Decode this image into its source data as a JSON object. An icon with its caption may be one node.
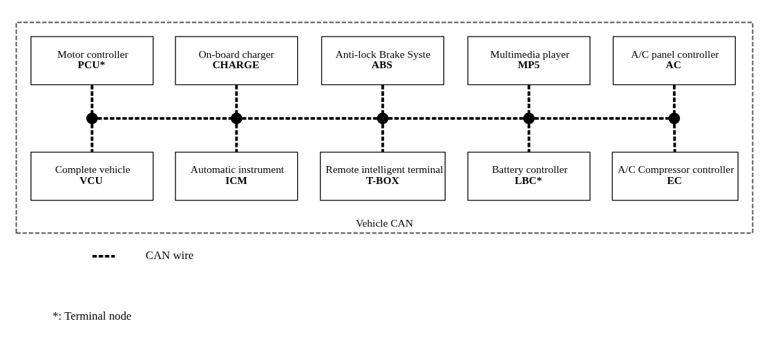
{
  "diagram": {
    "nodes": [
      {
        "text": [
          "Vehicle CAN"
        ]
      },
      {
        "text": [
          "Motor controller",
          "PCU*"
        ],
        "in": 0
      },
      {
        "text": [
          "On-board charger",
          "CHARGE"
        ],
        "in": 0
      },
      {
        "text": [
          "Anti-lock Brake Syste",
          "ABS"
        ],
        "in": 0
      },
      {
        "text": [
          "Multimedia player",
          "MP5"
        ],
        "in": 0
      },
      {
        "text": [
          "A/C panel controller",
          "AC"
        ],
        "in": 0
      },
      {
        "text": [],
        "shape": "circle",
        "in": 0
      },
      {
        "text": [],
        "shape": "circle",
        "in": 0
      },
      {
        "text": [],
        "shape": "circle",
        "in": 0
      },
      {
        "text": [],
        "shape": "circle",
        "in": 0
      },
      {
        "text": [],
        "shape": "circle",
        "in": 0
      },
      {
        "text": [
          "Complete vehicle",
          "VCU"
        ],
        "in": 0
      },
      {
        "text": [
          "Automatic instrument",
          "ICM"
        ],
        "in": 0
      },
      {
        "text": [
          "Remote intelligent terminal",
          "T-BOX"
        ],
        "in": 0
      },
      {
        "text": [
          "Battery controller",
          "LBC*"
        ],
        "in": 0
      },
      {
        "text": [
          "A/C Compressor controller",
          "EC"
        ],
        "in": 0
      }
    ],
    "edges": [
      {
        "from": 1,
        "to": 6,
        "arrow": "none",
        "style": "dashed"
      },
      {
        "from": 2,
        "to": 7,
        "arrow": "none",
        "style": "dashed"
      },
      {
        "from": 3,
        "to": 8,
        "arrow": "none",
        "style": "dashed"
      },
      {
        "from": 4,
        "to": 9,
        "arrow": "none",
        "style": "dashed"
      },
      {
        "from": 5,
        "to": 10,
        "arrow": "none",
        "style": "dashed"
      },
      {
        "from": 6,
        "to": 7,
        "arrow": "none",
        "style": "dashed"
      },
      {
        "from": 7,
        "to": 8,
        "arrow": "none",
        "style": "dashed"
      },
      {
        "from": 8,
        "to": 9,
        "arrow": "none",
        "style": "dashed"
      },
      {
        "from": 9,
        "to": 10,
        "arrow": "none",
        "style": "dashed"
      },
      {
        "from": 6,
        "to": 11,
        "arrow": "none",
        "style": "dashed"
      },
      {
        "from": 7,
        "to": 12,
        "arrow": "none",
        "style": "dashed"
      },
      {
        "from": 8,
        "to": 13,
        "arrow": "none",
        "style": "dashed"
      },
      {
        "from": 9,
        "to": 14,
        "arrow": "none",
        "style": "dashed"
      },
      {
        "from": 10,
        "to": 15,
        "arrow": "none",
        "style": "dashed"
      }
    ],
    "labels": [
      "*: Terminal node"
    ],
    "legend": [
      {
        "text": "CAN wire"
      }
    ]
  }
}
